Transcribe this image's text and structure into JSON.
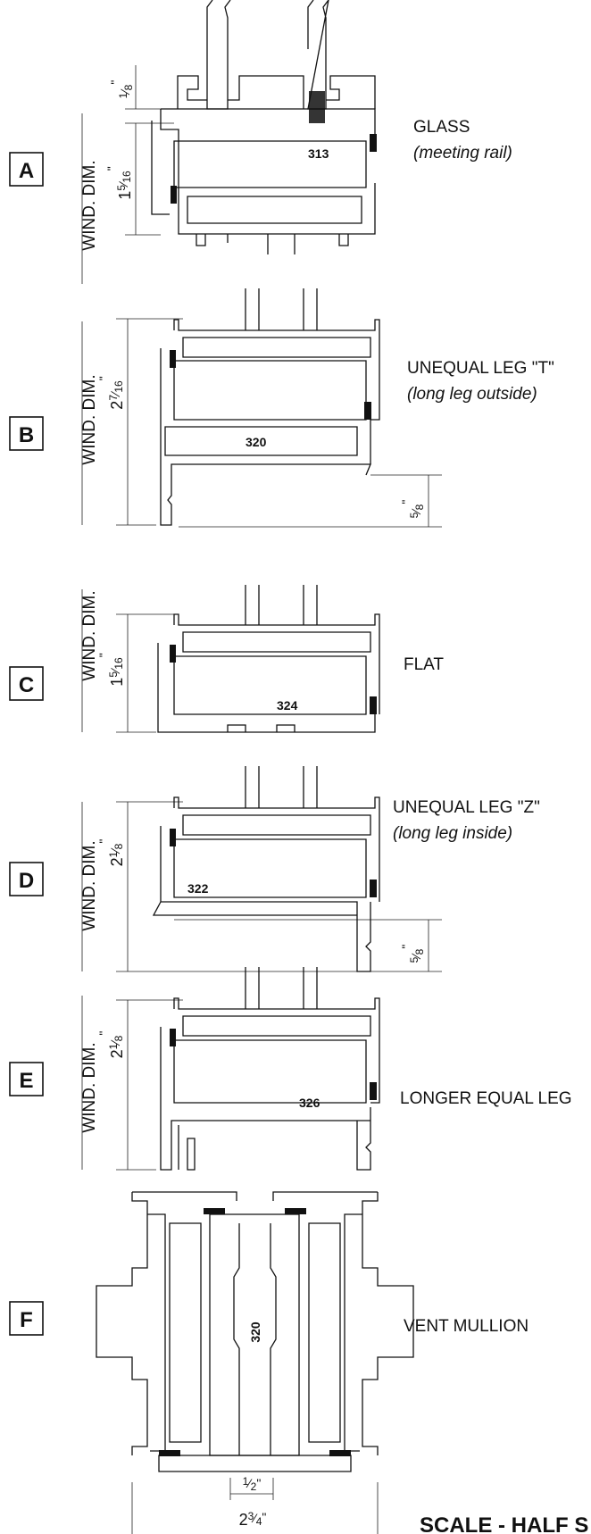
{
  "sections": [
    {
      "letter": "A",
      "caption": "GLASS",
      "note": "(meeting rail)",
      "part": "313",
      "dim_label": "WIND. DIM.",
      "dim_whole": "1",
      "dim_num": "5",
      "dim_den": "16",
      "aux_num": "1",
      "aux_den": "8"
    },
    {
      "letter": "B",
      "caption": "UNEQUAL LEG \"T\"",
      "note": "(long leg outside)",
      "part": "320",
      "dim_label": "WIND. DIM.",
      "dim_whole": "2",
      "dim_num": "7",
      "dim_den": "16",
      "aux_num": "5",
      "aux_den": "8"
    },
    {
      "letter": "C",
      "caption": "FLAT",
      "note": "",
      "part": "324",
      "dim_label": "WIND. DIM.",
      "dim_whole": "1",
      "dim_num": "5",
      "dim_den": "16"
    },
    {
      "letter": "D",
      "caption": "UNEQUAL LEG \"Z\"",
      "note": "(long leg inside)",
      "part": "322",
      "dim_label": "WIND. DIM.",
      "dim_whole": "2",
      "dim_num": "1",
      "dim_den": "8",
      "aux_num": "5",
      "aux_den": "8"
    },
    {
      "letter": "E",
      "caption": "LONGER EQUAL LEG",
      "note": "",
      "part": "326",
      "dim_label": "WIND. DIM.",
      "dim_whole": "2",
      "dim_num": "1",
      "dim_den": "8"
    },
    {
      "letter": "F",
      "caption": "VENT MULLION",
      "note": "",
      "part": "320",
      "bottom_num": "1",
      "bottom_den": "2",
      "width_whole": "2",
      "width_num": "3",
      "width_den": "4"
    }
  ],
  "inch_mark": "\"",
  "scale_text": "SCALE - HALF S"
}
